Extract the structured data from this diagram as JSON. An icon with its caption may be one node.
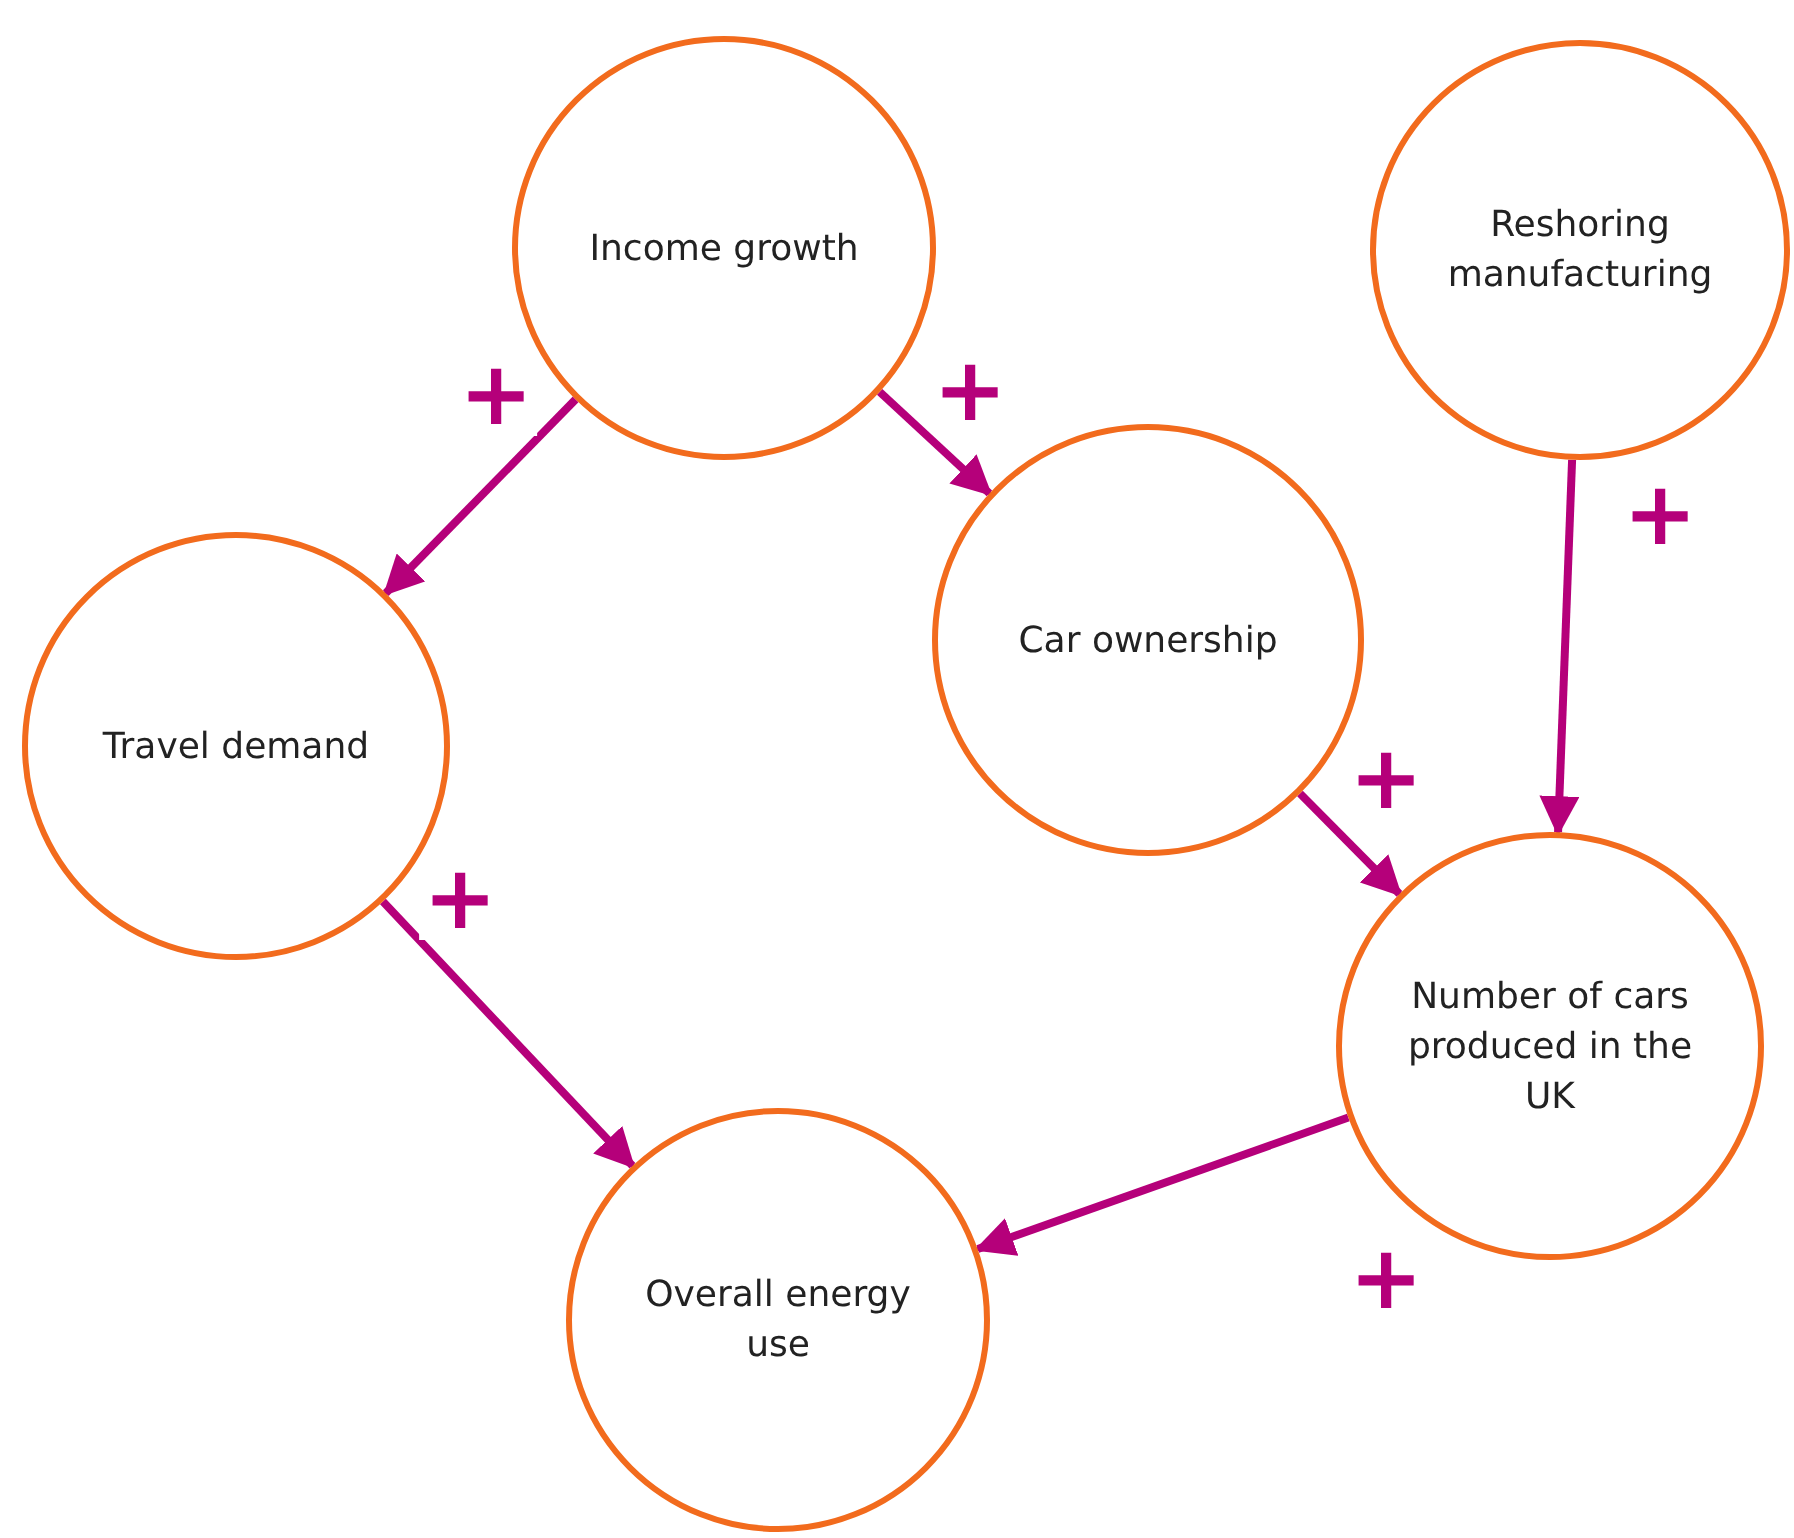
{
  "diagram": {
    "nodes": [
      {
        "text": [
          "Income growth"
        ]
      },
      {
        "text": [
          "Reshoring manufacturing"
        ]
      },
      {
        "text": [
          "Travel demand"
        ]
      },
      {
        "text": [
          "Car ownership"
        ]
      },
      {
        "text": [
          "Number of cars produced in the UK"
        ]
      },
      {
        "text": [
          "Overall energy use"
        ]
      }
    ],
    "edges": [
      {
        "from": 0,
        "to": 2,
        "arrow": "to",
        "label": "+"
      },
      {
        "from": 0,
        "to": 3,
        "arrow": "to",
        "label": "+"
      },
      {
        "from": 1,
        "to": 4,
        "arrow": "to",
        "label": "+"
      },
      {
        "from": 3,
        "to": 4,
        "arrow": "to",
        "label": "+"
      },
      {
        "from": 2,
        "to": 5,
        "arrow": "to",
        "label": "+"
      },
      {
        "from": 4,
        "to": 5,
        "arrow": "to",
        "label": "+"
      }
    ]
  }
}
